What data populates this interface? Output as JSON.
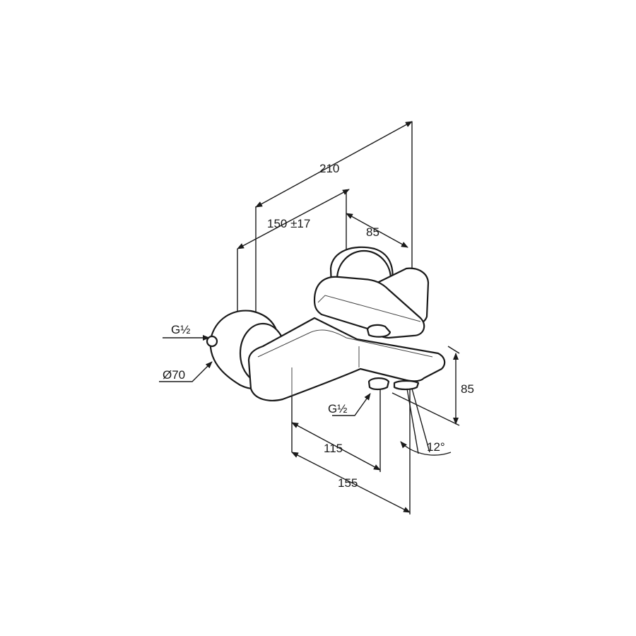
{
  "drawing": {
    "dimensions": {
      "overall_width": "210",
      "wall_spacing": "150 ±17",
      "handle_offset": "85",
      "height": "85",
      "spout_inlet": "115",
      "spout_reach": "155",
      "angle": "12°",
      "wall_connection": "G½",
      "flange_diameter": "Ø70",
      "outlet_connection": "G½"
    },
    "colors": {
      "line": "#1a1a1a",
      "background": "#ffffff"
    }
  }
}
